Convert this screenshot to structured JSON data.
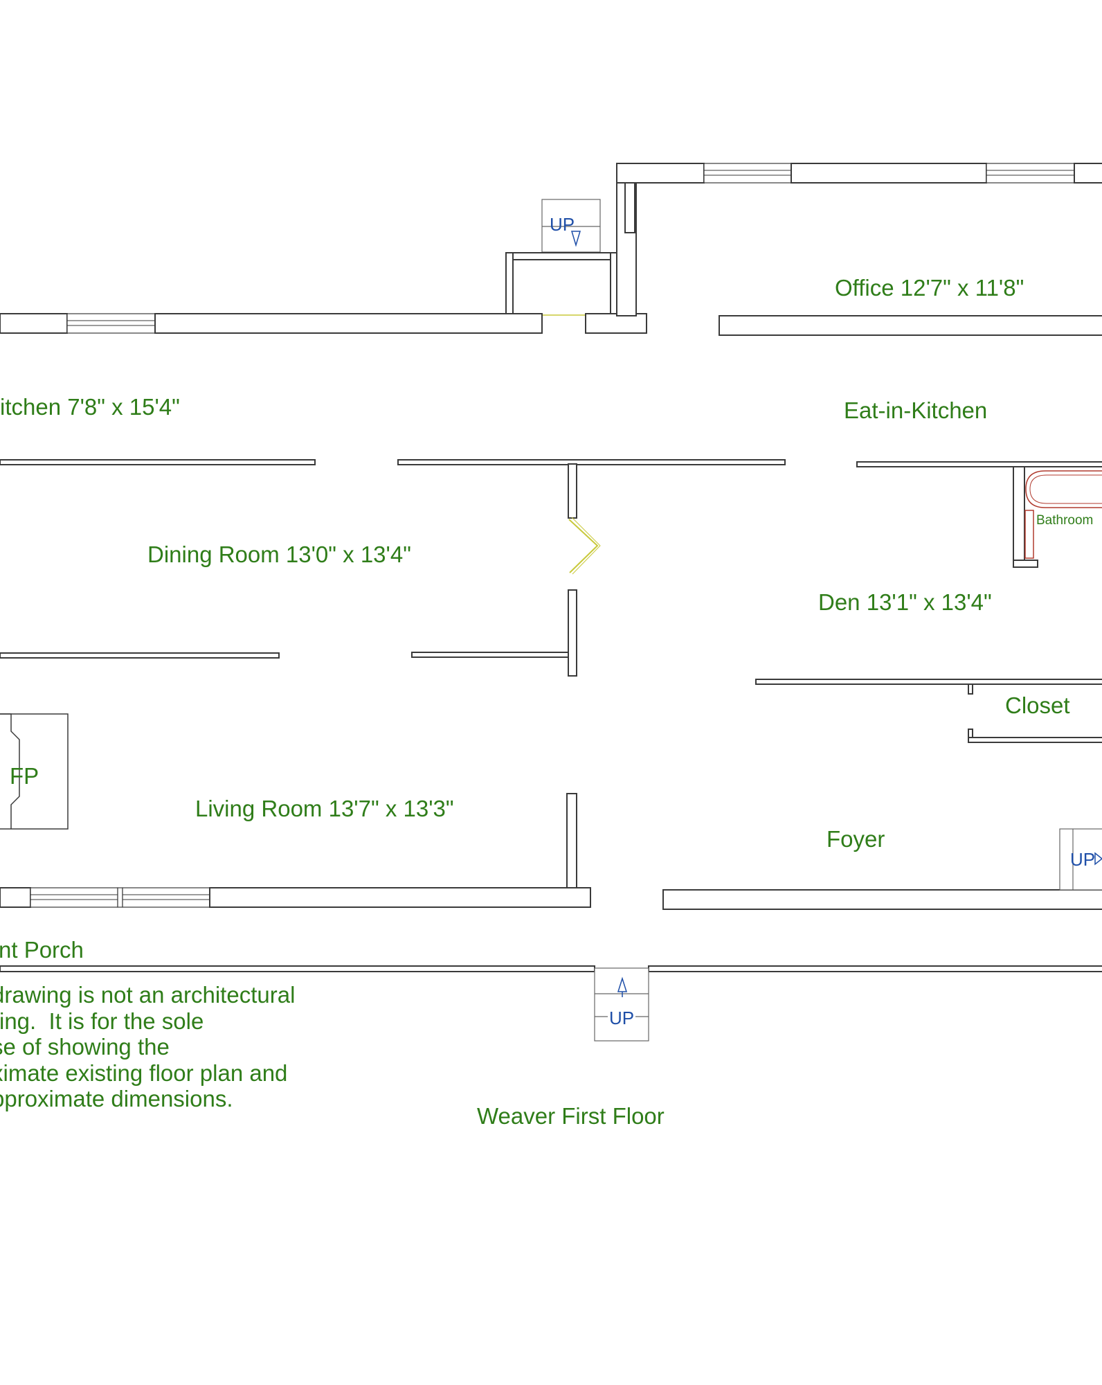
{
  "title": "Weaver First Floor",
  "rooms": {
    "kitchen": "itchen   7'8\" x 15'4\"",
    "office": "Office 12'7\" x 11'8\"",
    "eat_in_kitchen": "Eat-in-Kitchen",
    "dining_room": "Dining Room 13'0\" x 13'4\"",
    "den": "Den 13'1\" x 13'4\"",
    "bathroom": "Bathroom",
    "closet": "Closet",
    "fireplace": "FP",
    "living_room": "Living Room 13'7\" x 13'3\"",
    "foyer": "Foyer",
    "porch": "nt Porch"
  },
  "stairs": {
    "top": "UP",
    "foyer": "UP",
    "porch": "UP"
  },
  "disclaimer": "drawing is not an architectural\nring.  It is for the sole\nse of showing the\nximate existing floor plan and\npproximate dimensions.",
  "colors": {
    "label_green": "#2f7d19",
    "stair_blue": "#1f4fa8",
    "wall": "#3a3a3a",
    "door_yellow": "#c9c93a",
    "tub_red": "#b03a2e"
  }
}
